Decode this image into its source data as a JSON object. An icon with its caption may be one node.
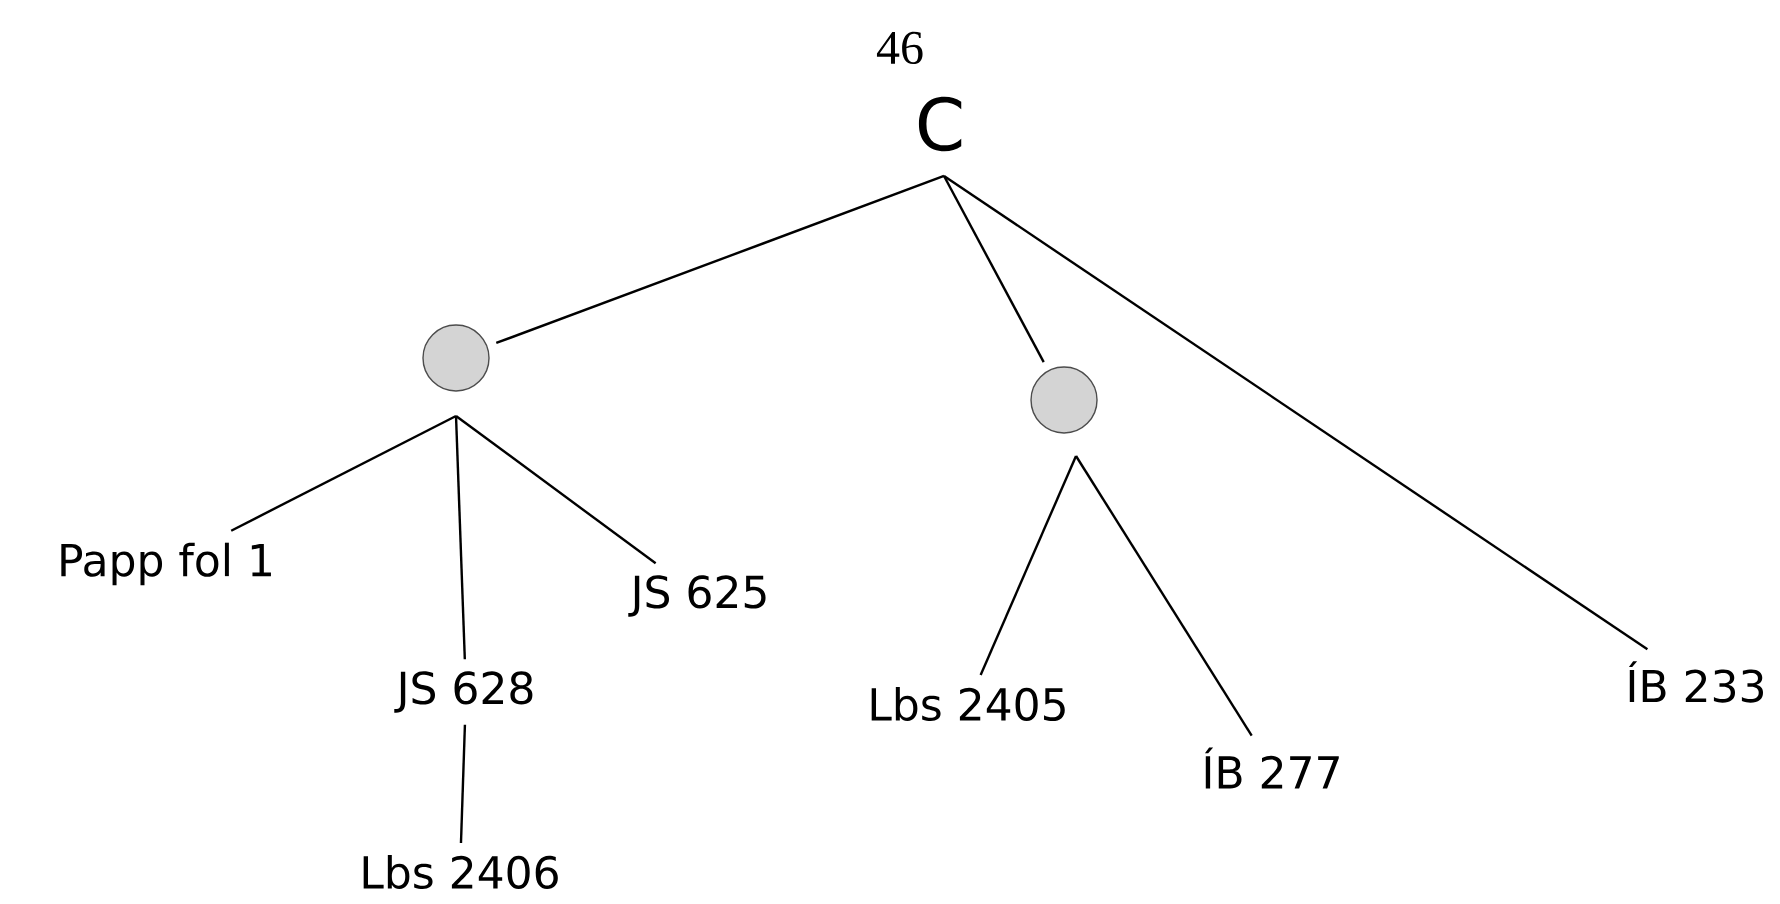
{
  "diagram": {
    "nodes": [
      {
        "text": [
          "C"
        ]
      },
      {
        "text": [],
        "shape": "circle"
      },
      {
        "text": [],
        "shape": "circle"
      },
      {
        "text": [
          "Papp fol 1"
        ]
      },
      {
        "text": [
          "JS 628"
        ]
      },
      {
        "text": [
          "JS 625"
        ]
      },
      {
        "text": [
          "Lbs 2405"
        ]
      },
      {
        "text": [
          "ÍB 277"
        ]
      },
      {
        "text": [
          "ÍB 233"
        ]
      },
      {
        "text": [
          "Lbs 2406"
        ]
      }
    ],
    "edges": [
      {
        "from": 0,
        "to": 1,
        "arrow": "none"
      },
      {
        "from": 0,
        "to": 2,
        "arrow": "none"
      },
      {
        "from": 0,
        "to": 8,
        "arrow": "none"
      },
      {
        "from": 1,
        "to": 3,
        "arrow": "none"
      },
      {
        "from": 1,
        "to": 4,
        "arrow": "none"
      },
      {
        "from": 1,
        "to": 5,
        "arrow": "none"
      },
      {
        "from": 2,
        "to": 6,
        "arrow": "none"
      },
      {
        "from": 2,
        "to": 7,
        "arrow": "none"
      },
      {
        "from": 4,
        "to": 9,
        "arrow": "none"
      }
    ],
    "labels": [
      "46"
    ]
  }
}
